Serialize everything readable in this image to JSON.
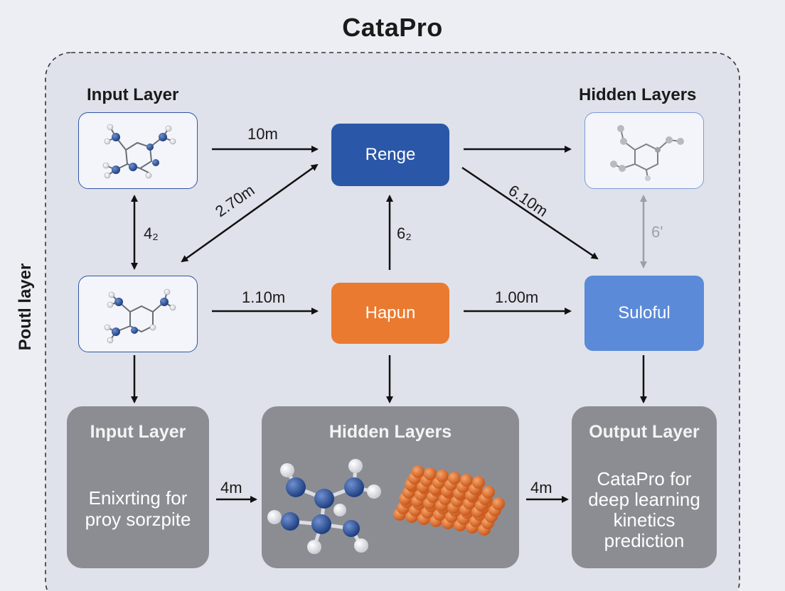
{
  "title": "CataPro",
  "side_label": "Poutl layer",
  "headers": {
    "input_layer": "Input Layer",
    "hidden_layers": "Hidden Layers"
  },
  "nodes": {
    "renge": "Renge",
    "hapun": "Hapun",
    "suloful": "Suloful"
  },
  "edge_labels": {
    "in_to_renge": "10m",
    "diag_left": "2.70m",
    "vertical_left": "4₂",
    "hapun_to_renge": "6₂",
    "diag_right": "6.10m",
    "vertical_right": "6'",
    "mol_to_hapun": "1.10m",
    "hapun_to_suloful": "1.00m",
    "panel_1_to_2": "4m",
    "panel_2_to_3": "4m"
  },
  "panels": {
    "input": {
      "heading": "Input Layer",
      "body": "Enixrting for proy sorzpite"
    },
    "hidden": {
      "heading": "Hidden Layers"
    },
    "output": {
      "heading": "Output Layer",
      "body": "CataPro for deep learning kinetics prediction"
    }
  },
  "colors": {
    "renge": "#2a57a8",
    "hapun": "#ea7a2f",
    "suloful": "#5b8ad8",
    "panel": "#8b8d93",
    "atom_blue": "#2a4f96",
    "atom_orange": "#e07532"
  },
  "icons": {
    "molecule": "molecule-icon",
    "nanoparticle": "nanoparticle-icon"
  }
}
